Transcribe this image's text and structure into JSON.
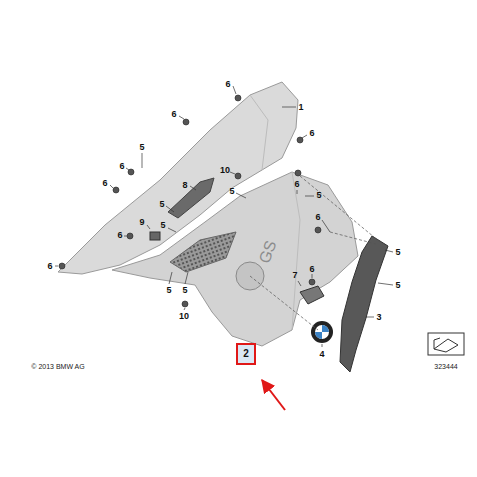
{
  "diagram": {
    "nodes": [
      {
        "text": [
          "2"
        ]
      }
    ],
    "labels": [
      "6",
      "1",
      "6",
      "6",
      "5",
      "6",
      "6",
      "10",
      "6",
      "8",
      "5",
      "5",
      "5",
      "6",
      "9",
      "5",
      "6",
      "5",
      "6",
      "7",
      "6",
      "5",
      "5",
      "5",
      "3",
      "10",
      "4",
      "GS",
      "© 2013 BMW AG",
      "323444"
    ]
  }
}
